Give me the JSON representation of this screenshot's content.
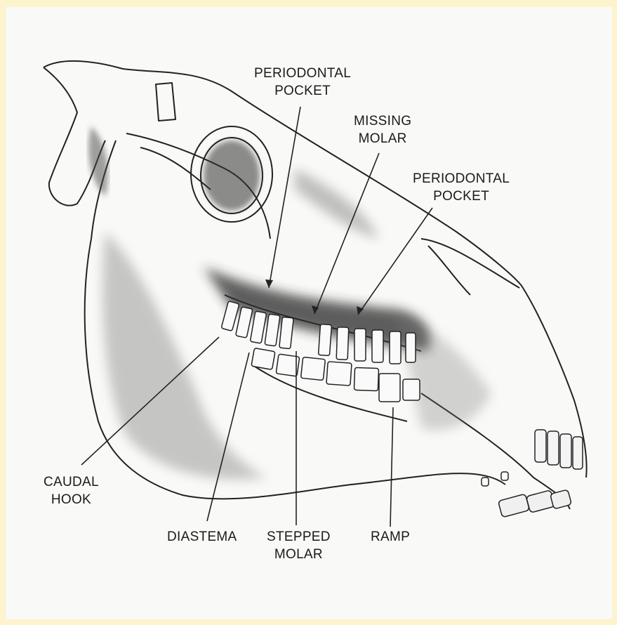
{
  "labels": {
    "periodontal_pocket_1": {
      "line1": "PERIODONTAL",
      "line2": "POCKET"
    },
    "missing_molar": {
      "line1": "MISSING",
      "line2": "MOLAR"
    },
    "periodontal_pocket_2": {
      "line1": "PERIODONTAL",
      "line2": "POCKET"
    },
    "caudal_hook": {
      "line1": "CAUDAL",
      "line2": "HOOK"
    },
    "diastema": {
      "line1": "DIASTEMA"
    },
    "stepped_molar": {
      "line1": "STEPPED",
      "line2": "MOLAR"
    },
    "ramp": {
      "line1": "RAMP"
    }
  },
  "colors": {
    "background": "#fdf3cc",
    "paper": "#f9f9f7",
    "ink": "#1a1a1a",
    "shade": "#3a3a3a"
  }
}
